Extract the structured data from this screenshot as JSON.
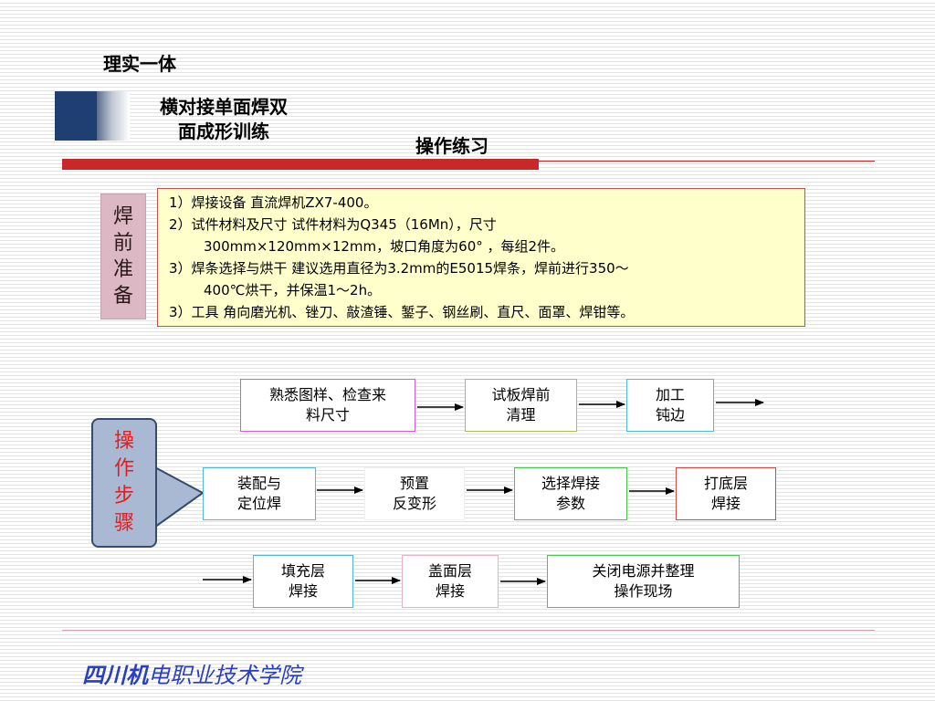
{
  "header": {
    "topic_label": "理实一体",
    "title_line1": "横对接单面焊双",
    "title_line2": "面成形训练",
    "subtitle": "操作练习"
  },
  "preparation": {
    "label": "焊前准备",
    "lines": [
      "1）焊接设备 直流焊机ZX7-400。",
      "2）试件材料及尺寸  试件材料为Q345（16Mn），尺寸",
      "300mm×120mm×12mm，坡口角度为60° ，每组2件。",
      "3）焊条选择与烘干  建议选用直径为3.2mm的E5015焊条，焊前进行350～",
      "400℃烘干，并保温1～2h。",
      "3）工具  角向磨光机、锉刀、敲渣锤、錾子、钢丝刷、直尺、面罩、焊钳等。"
    ]
  },
  "steps_label": "操作步骤",
  "steps": {
    "s1": {
      "l1": "熟悉图样、检查来",
      "l2": "料尺寸"
    },
    "s2": {
      "l1": "试板焊前",
      "l2": "清理"
    },
    "s3": {
      "l1": "加工",
      "l2": "钝边"
    },
    "s4": {
      "l1": "装配与",
      "l2": "定位焊"
    },
    "s5": {
      "l1": "预置",
      "l2": "反变形"
    },
    "s6": {
      "l1": "选择焊接",
      "l2": "参数"
    },
    "s7": {
      "l1": "打底层",
      "l2": "焊接"
    },
    "s8": {
      "l1": "填充层",
      "l2": "焊接"
    },
    "s9": {
      "l1": "盖面层",
      "l2": "焊接"
    },
    "s10": {
      "l1": "关闭电源并整理",
      "l2": "操作现场"
    }
  },
  "footer": {
    "bold_part": "四川机",
    "rest": "电职业技术学院"
  },
  "colors": {
    "title_bar": "#c92828",
    "prep_bg": "#ffffcc",
    "prep_label_bg": "#dbb8c4",
    "callout_bg": "#a9b9d4",
    "callout_text": "#e02020",
    "footer_text": "#2a3fbf"
  }
}
